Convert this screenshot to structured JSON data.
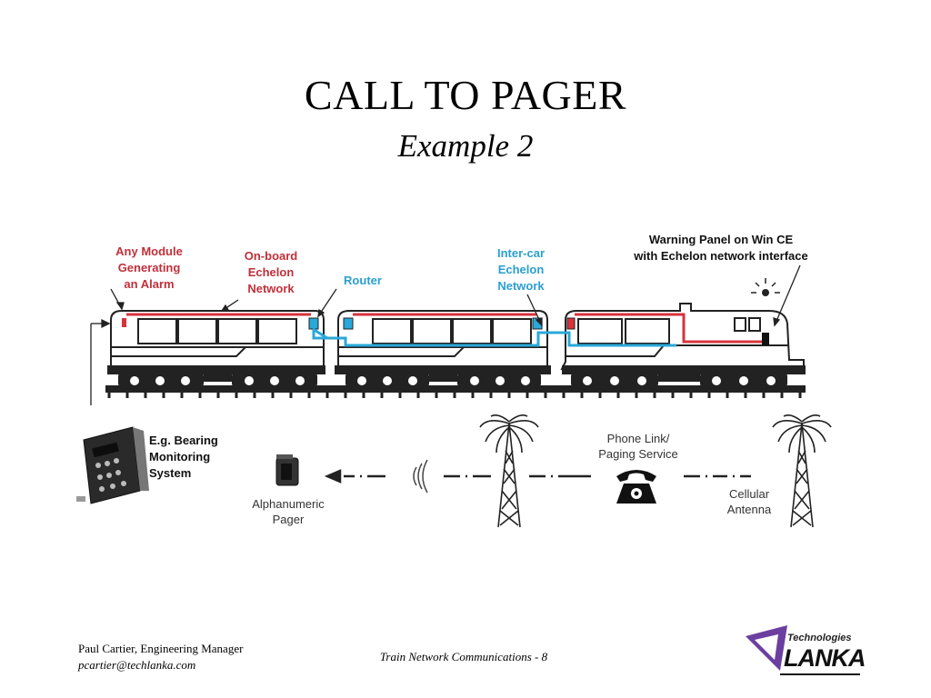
{
  "slide": {
    "title": "CALL TO PAGER",
    "subtitle": "Example 2"
  },
  "diagram": {
    "labels": {
      "any_module": [
        "Any Module",
        "Generating",
        "an Alarm"
      ],
      "onboard_network": [
        "On-board",
        "Echelon",
        "Network"
      ],
      "router": "Router",
      "intercar_network": [
        "Inter-car",
        "Echelon",
        "Network"
      ],
      "warning_panel": [
        "Warning Panel on Win CE",
        "with Echelon network interface"
      ],
      "bearing_system": [
        "E.g. Bearing",
        "Monitoring",
        "System"
      ],
      "pager": [
        "Alphanumeric",
        "Pager"
      ],
      "phone_link": [
        "Phone Link/",
        "Paging Service"
      ],
      "antenna": [
        "Cellular",
        "Antenna"
      ]
    },
    "colors": {
      "onboard_network": "#d8323c",
      "intercar_network": "#2aa8d8",
      "warning_text": "#111111"
    },
    "icons": [
      "train-car-icon",
      "locomotive-icon",
      "tower-icon",
      "telephone-icon",
      "pager-icon",
      "monitoring-box-icon",
      "signal-waves-icon",
      "arrow-left-icon"
    ]
  },
  "footer": {
    "author": "Paul Cartier, Engineering Manager",
    "email": "pcartier@techlanka.com",
    "center": "Train Network Communications - 8",
    "logo_top": "Technologies",
    "logo_main": "LANKA"
  }
}
